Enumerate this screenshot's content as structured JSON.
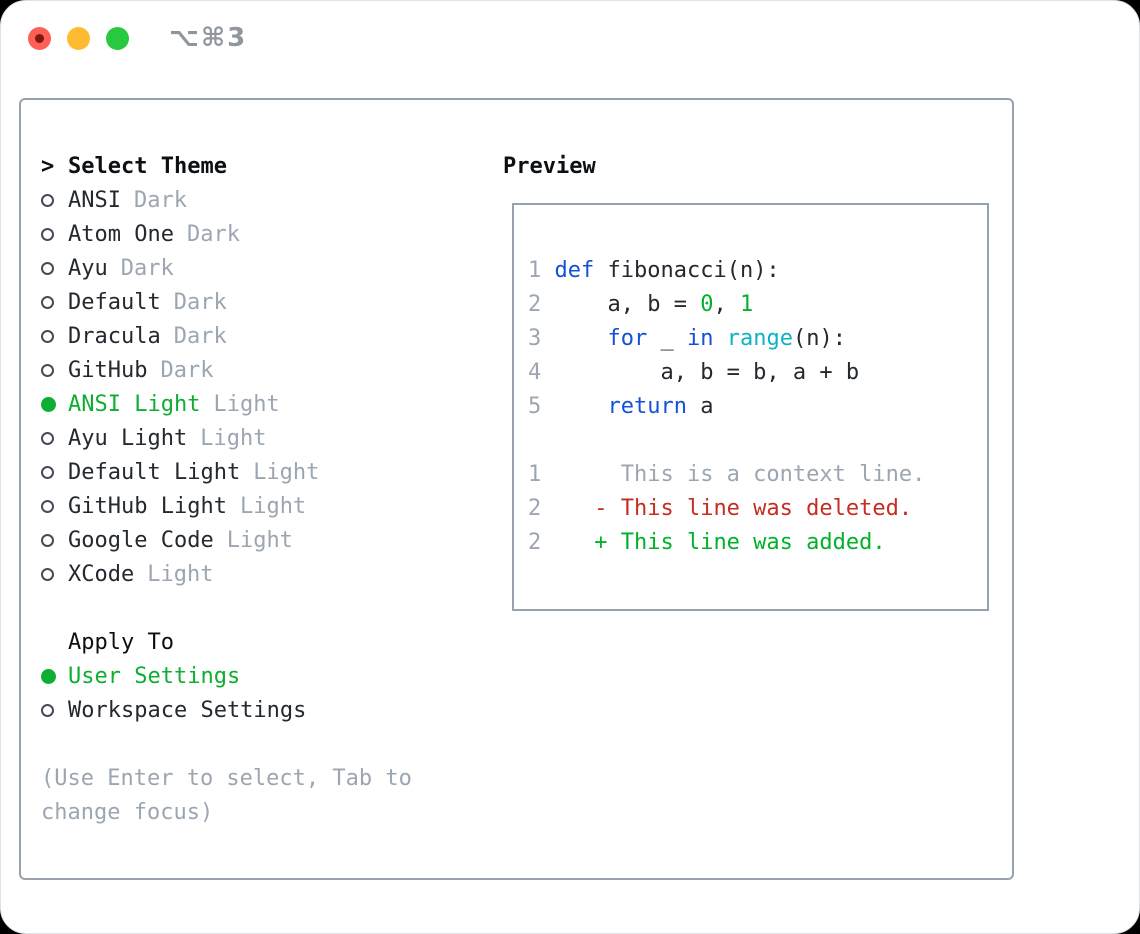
{
  "window": {
    "title": "⌥⌘3"
  },
  "colors": {
    "accent_green": "#0dae31",
    "code_green": "#00b22a",
    "keyword_blue": "#1451d6",
    "function_cyan": "#0db3c5",
    "deleted_red": "#c52d20",
    "muted_gray": "#9ca6b2",
    "panel_border": "#98a2ad",
    "traffic_red": "#fe5f57",
    "traffic_yellow": "#fdbc2f",
    "traffic_green": "#27c93f"
  },
  "theme_list": {
    "prompt": ">",
    "header": "Select Theme",
    "items": [
      {
        "name": "ANSI",
        "variant": "Dark",
        "selected": false
      },
      {
        "name": "Atom One",
        "variant": "Dark",
        "selected": false
      },
      {
        "name": "Ayu",
        "variant": "Dark",
        "selected": false
      },
      {
        "name": "Default",
        "variant": "Dark",
        "selected": false
      },
      {
        "name": "Dracula",
        "variant": "Dark",
        "selected": false
      },
      {
        "name": "GitHub",
        "variant": "Dark",
        "selected": false
      },
      {
        "name": "ANSI Light",
        "variant": "Light",
        "selected": true
      },
      {
        "name": "Ayu Light",
        "variant": "Light",
        "selected": false
      },
      {
        "name": "Default Light",
        "variant": "Light",
        "selected": false
      },
      {
        "name": "GitHub Light",
        "variant": "Light",
        "selected": false
      },
      {
        "name": "Google Code",
        "variant": "Light",
        "selected": false
      },
      {
        "name": "XCode",
        "variant": "Light",
        "selected": false
      }
    ]
  },
  "apply_to": {
    "header": "Apply To",
    "options": [
      {
        "label": "User Settings",
        "selected": true
      },
      {
        "label": "Workspace Settings",
        "selected": false
      }
    ]
  },
  "help_text": [
    "(Use Enter to select, Tab to",
    "change focus)"
  ],
  "preview": {
    "header": "Preview",
    "code_lines": [
      {
        "tokens": [
          [
            "1 ",
            "num"
          ],
          [
            "def",
            "kw"
          ],
          [
            " fibonacci(n):",
            "fg"
          ]
        ]
      },
      {
        "tokens": [
          [
            "2 ",
            "num"
          ],
          [
            "    a, b = ",
            "fg"
          ],
          [
            "0",
            "green"
          ],
          [
            ", ",
            "fg"
          ],
          [
            "1",
            "green"
          ]
        ]
      },
      {
        "tokens": [
          [
            "3 ",
            "num"
          ],
          [
            "    ",
            "fg"
          ],
          [
            "for",
            "kw"
          ],
          [
            " _ ",
            "fg"
          ],
          [
            "in",
            "kw"
          ],
          [
            " ",
            "fg"
          ],
          [
            "range",
            "cyan"
          ],
          [
            "(n):",
            "fg"
          ]
        ]
      },
      {
        "tokens": [
          [
            "4 ",
            "num"
          ],
          [
            "        a, b = b, a + b",
            "fg"
          ]
        ]
      },
      {
        "tokens": [
          [
            "5 ",
            "num"
          ],
          [
            "    ",
            "fg"
          ],
          [
            "return",
            "kw"
          ],
          [
            " a",
            "fg"
          ]
        ]
      },
      {
        "tokens": []
      },
      {
        "tokens": [
          [
            "1 ",
            "num"
          ],
          [
            "     This is a context line.",
            "muted"
          ]
        ]
      },
      {
        "tokens": [
          [
            "2 ",
            "num"
          ],
          [
            "   - This line was deleted.",
            "red"
          ]
        ]
      },
      {
        "tokens": [
          [
            "2 ",
            "num"
          ],
          [
            "   + This line was added.",
            "green"
          ]
        ]
      }
    ]
  }
}
